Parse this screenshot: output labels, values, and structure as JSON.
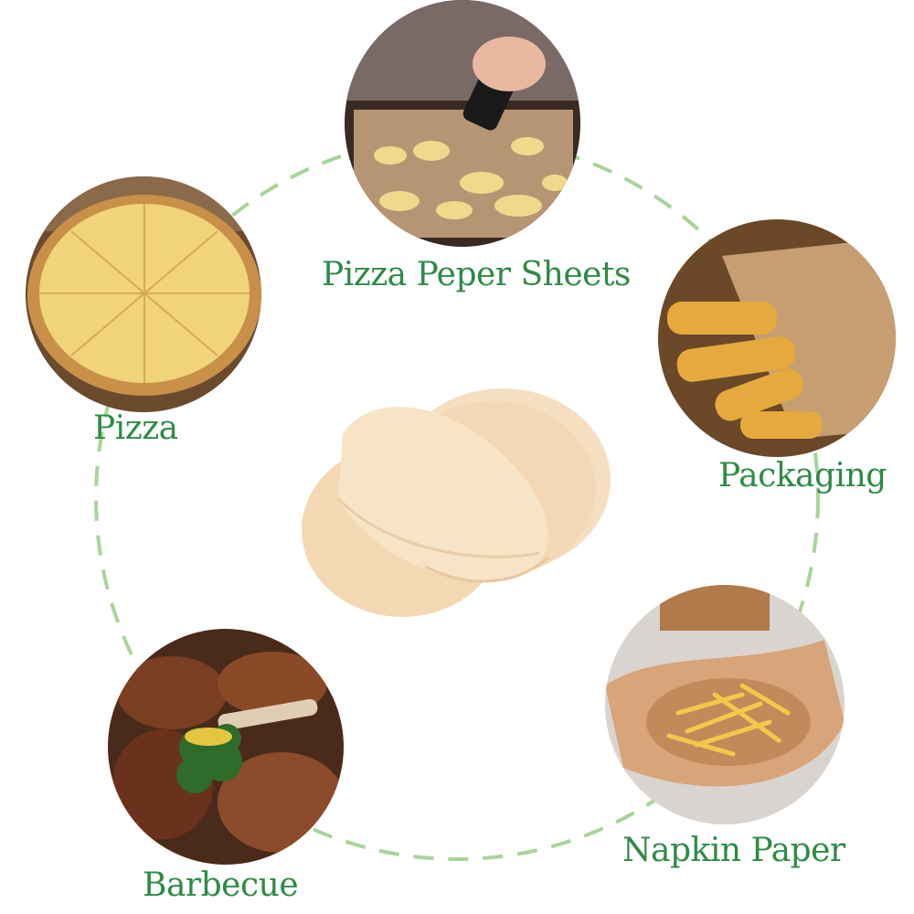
{
  "colors": {
    "label_green": "#2e8b46",
    "dashed_ring": "#a8d49a",
    "paper": "#f2d9b5",
    "background": "#ffffff"
  },
  "center_image": "stack-of-round-parchment-paper-sheets",
  "uses": [
    {
      "label": "Pizza Peper Sheets",
      "image": "piping-dough-on-paper-lined-tray"
    },
    {
      "label": "Pizza",
      "image": "cheese-pizza-on-paper"
    },
    {
      "label": "Packaging",
      "image": "fried-dough-sticks-in-paper"
    },
    {
      "label": "Barbecue",
      "image": "grilled-meat-and-broccoli"
    },
    {
      "label": "Napkin Paper",
      "image": "french-fries-in-paper-lined-basket"
    }
  ]
}
